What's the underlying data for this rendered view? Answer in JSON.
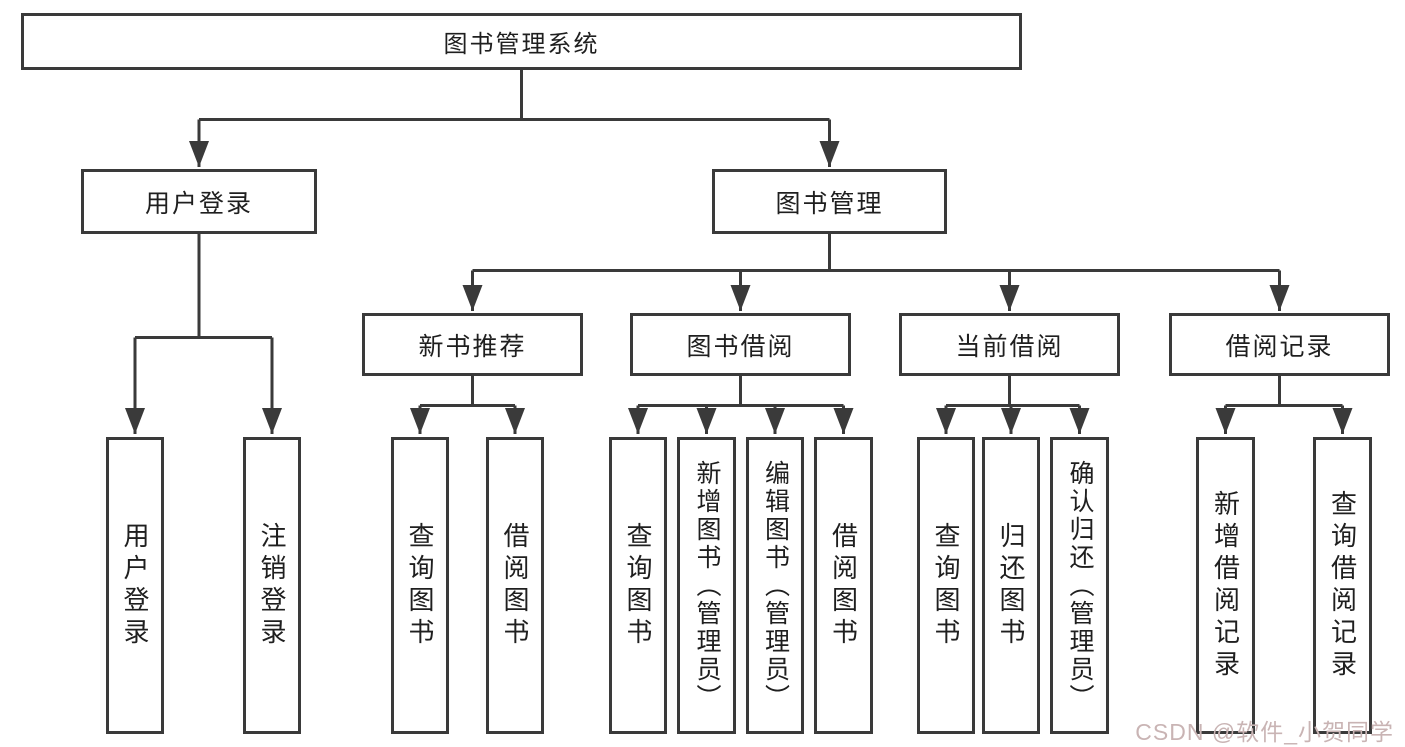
{
  "root": {
    "label": "图书管理系统"
  },
  "level2": [
    {
      "label": "用户登录",
      "parent": "图书管理系统"
    },
    {
      "label": "图书管理",
      "parent": "图书管理系统"
    }
  ],
  "level3": [
    {
      "label": "新书推荐",
      "parent": "图书管理"
    },
    {
      "label": "图书借阅",
      "parent": "图书管理"
    },
    {
      "label": "当前借阅",
      "parent": "图书管理"
    },
    {
      "label": "借阅记录",
      "parent": "图书管理"
    }
  ],
  "leaves": [
    {
      "label": "用户登录",
      "parent": "用户登录"
    },
    {
      "label": "注销登录",
      "parent": "用户登录"
    },
    {
      "label": "查询图书",
      "parent": "新书推荐"
    },
    {
      "label": "借阅图书",
      "parent": "新书推荐"
    },
    {
      "label": "查询图书",
      "parent": "图书借阅"
    },
    {
      "label": "新增图书（管理员）",
      "parent": "图书借阅"
    },
    {
      "label": "编辑图书（管理员）",
      "parent": "图书借阅"
    },
    {
      "label": "借阅图书",
      "parent": "图书借阅"
    },
    {
      "label": "查询图书",
      "parent": "当前借阅"
    },
    {
      "label": "归还图书",
      "parent": "当前借阅"
    },
    {
      "label": "确认归还（管理员）",
      "parent": "当前借阅"
    },
    {
      "label": "新增借阅记录",
      "parent": "借阅记录"
    },
    {
      "label": "查询借阅记录",
      "parent": "借阅记录"
    }
  ],
  "watermark": {
    "text": "CSDN @软件_小贺同学",
    "color": "#c9b4b4"
  },
  "colors": {
    "line": "#3a3a3a",
    "box_border": "#3a3a3a",
    "text": "#1f1f1f",
    "background": "#ffffff"
  }
}
